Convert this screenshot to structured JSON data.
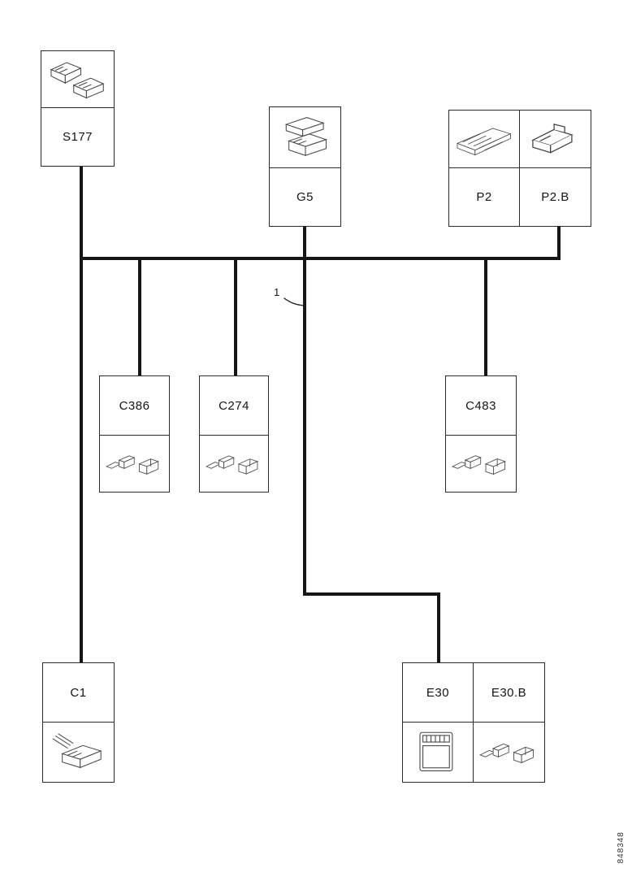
{
  "diagram": {
    "callout": "1",
    "figure_code": "848348",
    "nodes": [
      {
        "id": "S177",
        "label": "S177"
      },
      {
        "id": "G5",
        "label": "G5"
      },
      {
        "id": "P2",
        "label": "P2"
      },
      {
        "id": "P2.B",
        "label": "P2.B"
      },
      {
        "id": "C386",
        "label": "C386"
      },
      {
        "id": "C274",
        "label": "C274"
      },
      {
        "id": "C483",
        "label": "C483"
      },
      {
        "id": "C1",
        "label": "C1"
      },
      {
        "id": "E30",
        "label": "E30"
      },
      {
        "id": "E30.B",
        "label": "E30.B"
      }
    ]
  }
}
